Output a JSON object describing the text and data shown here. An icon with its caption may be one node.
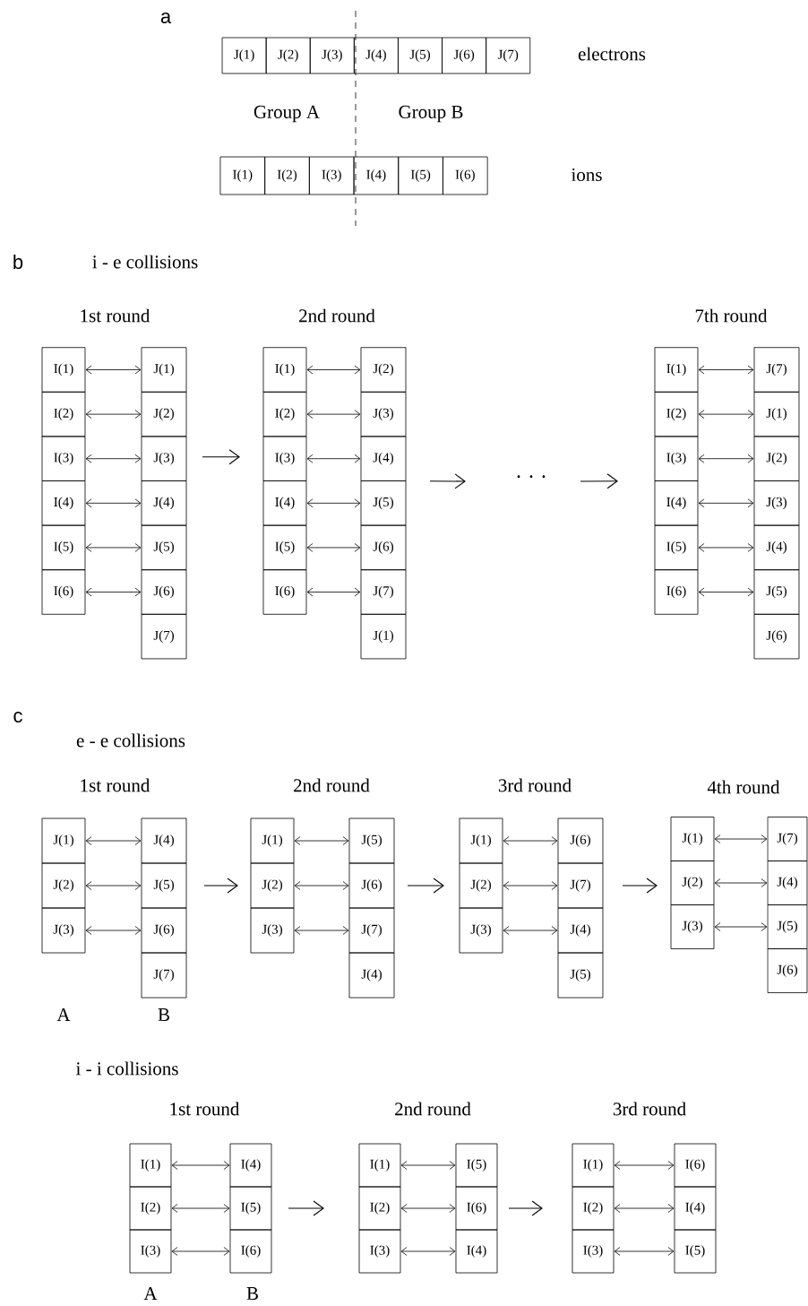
{
  "diagram": {
    "nodes": [
      {
        "text": [
          "J(1)"
        ]
      },
      {
        "text": [
          "J(2)"
        ]
      },
      {
        "text": [
          "J(3)"
        ]
      },
      {
        "text": [
          "J(4)"
        ]
      },
      {
        "text": [
          "J(5)"
        ]
      },
      {
        "text": [
          "J(6)"
        ]
      },
      {
        "text": [
          "J(7)"
        ]
      },
      {
        "text": [
          "I(1)"
        ]
      },
      {
        "text": [
          "I(2)"
        ]
      },
      {
        "text": [
          "I(3)"
        ]
      },
      {
        "text": [
          "I(4)"
        ]
      },
      {
        "text": [
          "I(5)"
        ]
      },
      {
        "text": [
          "I(6)"
        ]
      },
      {
        "text": [
          "I(1)"
        ]
      },
      {
        "text": [
          "I(2)"
        ]
      },
      {
        "text": [
          "I(3)"
        ]
      },
      {
        "text": [
          "I(4)"
        ]
      },
      {
        "text": [
          "I(5)"
        ]
      },
      {
        "text": [
          "I(6)"
        ]
      },
      {
        "text": [
          "J(1)"
        ]
      },
      {
        "text": [
          "J(2)"
        ]
      },
      {
        "text": [
          "J(3)"
        ]
      },
      {
        "text": [
          "J(4)"
        ]
      },
      {
        "text": [
          "J(5)"
        ]
      },
      {
        "text": [
          "J(6)"
        ]
      },
      {
        "text": [
          "J(7)"
        ]
      },
      {
        "text": [
          "I(1)"
        ]
      },
      {
        "text": [
          "I(2)"
        ]
      },
      {
        "text": [
          "I(3)"
        ]
      },
      {
        "text": [
          "I(4)"
        ]
      },
      {
        "text": [
          "I(5)"
        ]
      },
      {
        "text": [
          "I(6)"
        ]
      },
      {
        "text": [
          "J(2)"
        ]
      },
      {
        "text": [
          "J(3)"
        ]
      },
      {
        "text": [
          "J(4)"
        ]
      },
      {
        "text": [
          "J(5)"
        ]
      },
      {
        "text": [
          "J(6)"
        ]
      },
      {
        "text": [
          "J(7)"
        ]
      },
      {
        "text": [
          "J(1)"
        ]
      },
      {
        "text": [
          "· · ·"
        ]
      },
      {
        "text": [
          "I(1)"
        ]
      },
      {
        "text": [
          "I(2)"
        ]
      },
      {
        "text": [
          "I(3)"
        ]
      },
      {
        "text": [
          "I(4)"
        ]
      },
      {
        "text": [
          "I(5)"
        ]
      },
      {
        "text": [
          "I(6)"
        ]
      },
      {
        "text": [
          "J(7)"
        ]
      },
      {
        "text": [
          "J(1)"
        ]
      },
      {
        "text": [
          "J(2)"
        ]
      },
      {
        "text": [
          "J(3)"
        ]
      },
      {
        "text": [
          "J(4)"
        ]
      },
      {
        "text": [
          "J(5)"
        ]
      },
      {
        "text": [
          "J(6)"
        ]
      },
      {
        "text": [
          "J(1)"
        ]
      },
      {
        "text": [
          "J(2)"
        ]
      },
      {
        "text": [
          "J(3)"
        ]
      },
      {
        "text": [
          "J(4)"
        ]
      },
      {
        "text": [
          "J(5)"
        ]
      },
      {
        "text": [
          "J(6)"
        ]
      },
      {
        "text": [
          "J(7)"
        ]
      },
      {
        "text": [
          "J(1)"
        ]
      },
      {
        "text": [
          "J(2)"
        ]
      },
      {
        "text": [
          "J(3)"
        ]
      },
      {
        "text": [
          "J(5)"
        ]
      },
      {
        "text": [
          "J(6)"
        ]
      },
      {
        "text": [
          "J(7)"
        ]
      },
      {
        "text": [
          "J(4)"
        ]
      },
      {
        "text": [
          "J(1)"
        ]
      },
      {
        "text": [
          "J(2)"
        ]
      },
      {
        "text": [
          "J(3)"
        ]
      },
      {
        "text": [
          "J(6)"
        ]
      },
      {
        "text": [
          "J(7)"
        ]
      },
      {
        "text": [
          "J(4)"
        ]
      },
      {
        "text": [
          "J(5)"
        ]
      },
      {
        "text": [
          "J(1)"
        ]
      },
      {
        "text": [
          "J(2)"
        ]
      },
      {
        "text": [
          "J(3)"
        ]
      },
      {
        "text": [
          "J(7)"
        ]
      },
      {
        "text": [
          "J(4)"
        ]
      },
      {
        "text": [
          "J(5)"
        ]
      },
      {
        "text": [
          "J(6)"
        ]
      },
      {
        "text": [
          "I(1)"
        ]
      },
      {
        "text": [
          "I(2)"
        ]
      },
      {
        "text": [
          "I(3)"
        ]
      },
      {
        "text": [
          "I(4)"
        ]
      },
      {
        "text": [
          "I(5)"
        ]
      },
      {
        "text": [
          "I(6)"
        ]
      },
      {
        "text": [
          "I(1)"
        ]
      },
      {
        "text": [
          "I(2)"
        ]
      },
      {
        "text": [
          "I(3)"
        ]
      },
      {
        "text": [
          "I(5)"
        ]
      },
      {
        "text": [
          "I(6)"
        ]
      },
      {
        "text": [
          "I(4)"
        ]
      },
      {
        "text": [
          "I(1)"
        ]
      },
      {
        "text": [
          "I(2)"
        ]
      },
      {
        "text": [
          "I(3)"
        ]
      },
      {
        "text": [
          "I(6)"
        ]
      },
      {
        "text": [
          "I(4)"
        ]
      },
      {
        "text": [
          "I(5)"
        ]
      }
    ],
    "edges": [
      {
        "from": 13,
        "to": 19,
        "arrow": "both"
      },
      {
        "from": 14,
        "to": 20,
        "arrow": "both"
      },
      {
        "from": 15,
        "to": 21,
        "arrow": "both"
      },
      {
        "from": 16,
        "to": 22,
        "arrow": "both"
      },
      {
        "from": 17,
        "to": 23,
        "arrow": "both"
      },
      {
        "from": 18,
        "to": 24,
        "arrow": "both"
      },
      {
        "from": 26,
        "to": 32,
        "arrow": "both"
      },
      {
        "from": 27,
        "to": 33,
        "arrow": "both"
      },
      {
        "from": 28,
        "to": 34,
        "arrow": "both"
      },
      {
        "from": 29,
        "to": 35,
        "arrow": "both"
      },
      {
        "from": 30,
        "to": 36,
        "arrow": "both"
      },
      {
        "from": 31,
        "to": 37,
        "arrow": "both"
      },
      {
        "from": 40,
        "to": 46,
        "arrow": "both"
      },
      {
        "from": 41,
        "to": 47,
        "arrow": "both"
      },
      {
        "from": 42,
        "to": 48,
        "arrow": "both"
      },
      {
        "from": 43,
        "to": 49,
        "arrow": "both"
      },
      {
        "from": 44,
        "to": 50,
        "arrow": "both"
      },
      {
        "from": 45,
        "to": 51,
        "arrow": "both"
      },
      {
        "from": 21,
        "to": 28,
        "arrow": "to"
      },
      {
        "from": 34,
        "to": 39,
        "arrow": "to"
      },
      {
        "from": 39,
        "to": 42,
        "arrow": "to"
      },
      {
        "from": 53,
        "to": 56,
        "arrow": "both"
      },
      {
        "from": 54,
        "to": 57,
        "arrow": "both"
      },
      {
        "from": 55,
        "to": 58,
        "arrow": "both"
      },
      {
        "from": 60,
        "to": 63,
        "arrow": "both"
      },
      {
        "from": 61,
        "to": 64,
        "arrow": "both"
      },
      {
        "from": 62,
        "to": 65,
        "arrow": "both"
      },
      {
        "from": 67,
        "to": 70,
        "arrow": "both"
      },
      {
        "from": 68,
        "to": 71,
        "arrow": "both"
      },
      {
        "from": 69,
        "to": 72,
        "arrow": "both"
      },
      {
        "from": 74,
        "to": 77,
        "arrow": "both"
      },
      {
        "from": 75,
        "to": 78,
        "arrow": "both"
      },
      {
        "from": 76,
        "to": 79,
        "arrow": "both"
      },
      {
        "from": 57,
        "to": 61,
        "arrow": "to"
      },
      {
        "from": 64,
        "to": 68,
        "arrow": "to"
      },
      {
        "from": 71,
        "to": 75,
        "arrow": "to"
      },
      {
        "from": 81,
        "to": 84,
        "arrow": "both"
      },
      {
        "from": 82,
        "to": 85,
        "arrow": "both"
      },
      {
        "from": 83,
        "to": 86,
        "arrow": "both"
      },
      {
        "from": 87,
        "to": 90,
        "arrow": "both"
      },
      {
        "from": 88,
        "to": 91,
        "arrow": "both"
      },
      {
        "from": 89,
        "to": 92,
        "arrow": "both"
      },
      {
        "from": 93,
        "to": 96,
        "arrow": "both"
      },
      {
        "from": 94,
        "to": 97,
        "arrow": "both"
      },
      {
        "from": 95,
        "to": 98,
        "arrow": "both"
      },
      {
        "from": 85,
        "to": 88,
        "arrow": "to"
      },
      {
        "from": 91,
        "to": 94,
        "arrow": "to"
      }
    ],
    "labels": [
      "a",
      "electrons",
      "Group  A",
      "Group  B",
      "ions",
      "b",
      "i - e collisions",
      "1st  round",
      "2nd  round",
      "7th  round",
      "c",
      "e - e collisions",
      "1st  round",
      "2nd  round",
      "3rd  round",
      "4th  round",
      "A",
      "B",
      "i - i collisions",
      "1st  round",
      "2nd  round",
      "3rd  round",
      "A",
      "B"
    ]
  }
}
